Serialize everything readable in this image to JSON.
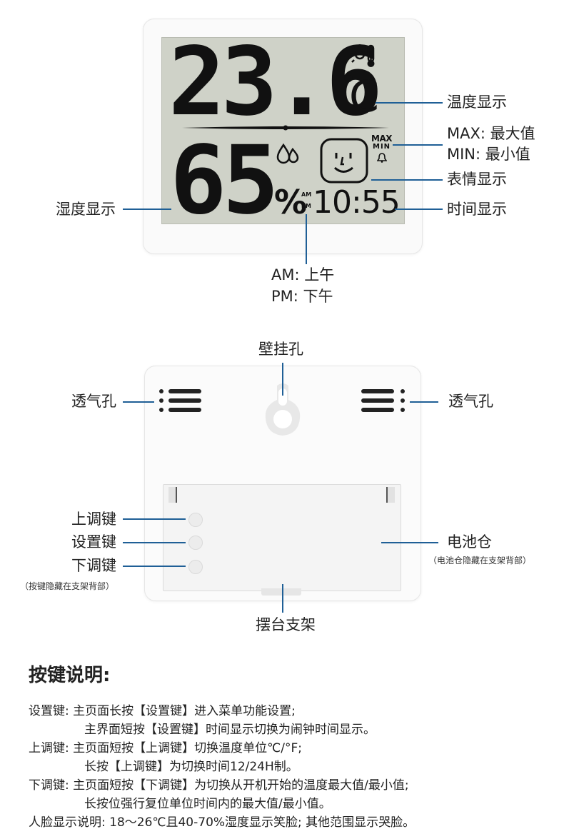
{
  "display": {
    "temperature": "23.6",
    "temp_unit": "C",
    "humidity": "65",
    "humidity_unit": "%",
    "time": "10:55",
    "max_tag": "MAX",
    "min_tag": "MIN",
    "am_tag": "AM",
    "pm_tag": "PM"
  },
  "front_labels": {
    "temperature": "温度显示",
    "max": "MAX: 最大值",
    "min": "MIN: 最小值",
    "face": "表情显示",
    "time": "时间显示",
    "humidity": "湿度显示",
    "am": "AM: 上午",
    "pm": "PM: 下午"
  },
  "back_labels": {
    "hang_hole": "壁挂孔",
    "vent_left": "透气孔",
    "vent_right": "透气孔",
    "up_key": "上调键",
    "set_key": "设置键",
    "down_key": "下调键",
    "keys_note": "（按键隐藏在支架背部）",
    "battery": "电池仓",
    "battery_note": "（电池仓隐藏在支架背部）",
    "stand": "摆台支架"
  },
  "instructions": {
    "title": "按键说明:",
    "lines": [
      {
        "prefix": "设置键:",
        "text": "主页面长按【设置键】进入菜单功能设置;"
      },
      {
        "prefix": "",
        "text": "主界面短按【设置键】时间显示切换为闹钟时间显示。"
      },
      {
        "prefix": "上调键:",
        "text": "主页面短按【上调键】切换温度单位℃/°F;"
      },
      {
        "prefix": "",
        "text": "长按【上调键】为切换时间12/24H制。"
      },
      {
        "prefix": "下调键:",
        "text": "主页面短按【下调键】为切换从开机开始的温度最大值/最小值;"
      },
      {
        "prefix": "",
        "text": "长按位强行复位单位时间内的最大值/最小值。"
      },
      {
        "prefix": "人脸显示说明:",
        "text": "18～26℃且40-70%湿度显示笑脸; 其他范围显示哭脸。"
      }
    ]
  },
  "colors": {
    "leader_line": "#1f5f96",
    "lcd_background": "#cfd2c8",
    "lcd_digit": "#111111"
  }
}
